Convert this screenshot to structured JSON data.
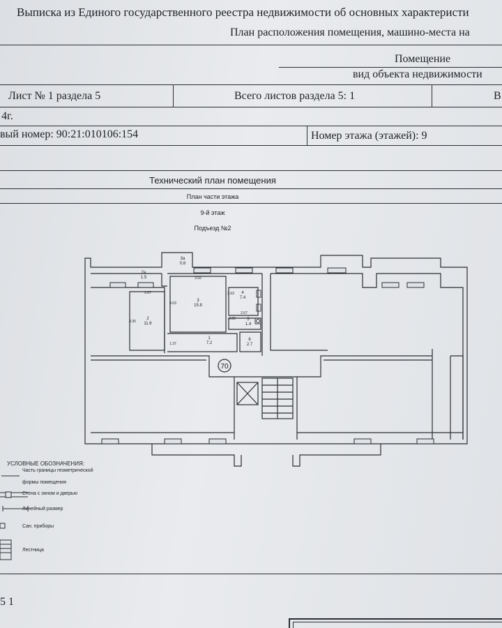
{
  "header": {
    "line1": "Выписка из Единого государственного реестра недвижимости об основных характеристи",
    "line2": "План расположения помещения, машино-места на",
    "object_type": "Помещение",
    "object_type_caption": "вид объекта недвижимости"
  },
  "sheet_row": {
    "sheet_label": "Лист № 1 раздела 5",
    "total_label": "Всего листов раздела 5: 1",
    "right_fragment": "В"
  },
  "info": {
    "date_fragment": "4г.",
    "cadastral_label": "вый номер: 90:21:010106:154",
    "floor_label": "Номер этажа (этажей): 9"
  },
  "plan": {
    "title": "Технический план помещения",
    "part": "План  части этажа",
    "floor": "9-й этаж",
    "entrance": "Подъезд №2",
    "marker": "70",
    "rooms": [
      {
        "num": "2а",
        "area": "1.5"
      },
      {
        "num": "3а",
        "area": "0.8"
      },
      {
        "num": "2",
        "area": "11.6"
      },
      {
        "num": "3",
        "area": "15.8"
      },
      {
        "num": "4",
        "area": "7.4"
      },
      {
        "num": "5",
        "area": "1.4"
      },
      {
        "num": "6",
        "area": "2.7"
      },
      {
        "num": "1",
        "area": "7.2"
      }
    ],
    "dims": [
      "2.67",
      "3.92",
      "4.03",
      "4.35",
      "2.63",
      "2.67",
      "0.80",
      "1.37"
    ]
  },
  "legend": {
    "heading": "УСЛОВНЫЕ ОБОЗНАЧЕНИЯ:",
    "items": [
      "Часть границы геометрической",
      "формы помещения",
      "Стена с окном и дверью",
      "Линейный размер",
      "Сан. приборы",
      "Лестница"
    ]
  },
  "footer": {
    "fragment": "5 1"
  }
}
